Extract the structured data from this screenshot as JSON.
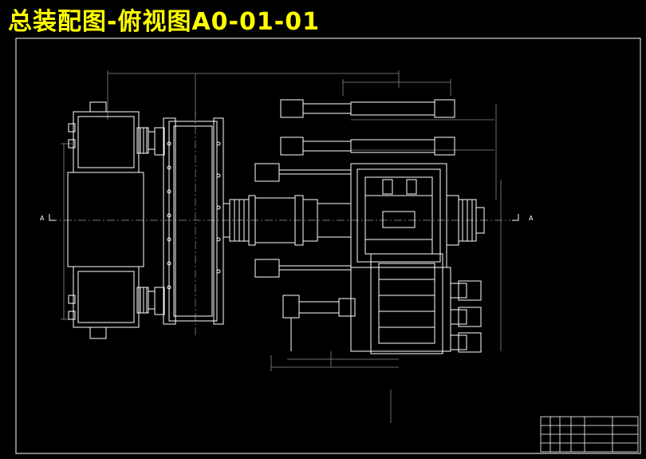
{
  "title": "总装配图-俯视图A0-01-01",
  "colors": {
    "background": "#000000",
    "title": "#ffff00",
    "line": "#ffffff",
    "dim": "#8a8a8a"
  },
  "section_markers": {
    "left": "A",
    "right": "A"
  }
}
